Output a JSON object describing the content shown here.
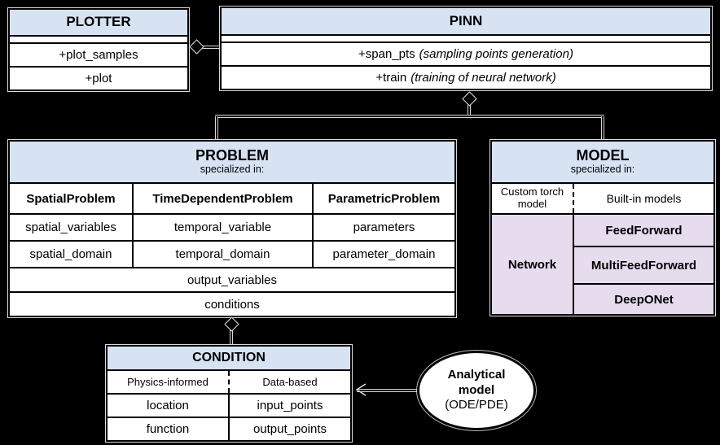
{
  "colors": {
    "background": "#000000",
    "header_blue": "#d7e3f3",
    "lavender": "#e6dcee",
    "cell_white": "#ffffff",
    "border_black": "#000000",
    "connector_casing": "#d9d9d9"
  },
  "plotter": {
    "title": "PLOTTER",
    "methods": [
      "+plot_samples",
      "+plot"
    ]
  },
  "pinn": {
    "title": "PINN",
    "methods": [
      {
        "name": "+span_pts",
        "note": "(sampling points generation)"
      },
      {
        "name": "+train",
        "note": "(training of neural network)"
      }
    ]
  },
  "problem": {
    "title": "PROBLEM",
    "subtitle": "specialized in:",
    "columns": [
      {
        "header": "SpatialProblem",
        "rows": [
          "spatial_variables",
          "spatial_domain"
        ]
      },
      {
        "header": "TimeDependentProblem",
        "rows": [
          "temporal_variable",
          "temporal_domain"
        ]
      },
      {
        "header": "ParametricProblem",
        "rows": [
          "parameters",
          "parameter_domain"
        ]
      }
    ],
    "shared_rows": [
      "output_variables",
      "conditions"
    ]
  },
  "model": {
    "title": "MODEL",
    "subtitle": "specialized in:",
    "left_header": "Custom torch model",
    "right_header": "Built-in models",
    "left_cell": "Network",
    "right_cells": [
      "FeedForward",
      "MultiFeedForward",
      "DeepONet"
    ]
  },
  "condition": {
    "title": "CONDITION",
    "left_header": "Physics-informed",
    "right_header": "Data-based",
    "left_rows": [
      "location",
      "function"
    ],
    "right_rows": [
      "input_points",
      "output_points"
    ]
  },
  "analytical": {
    "line1": "Analytical",
    "line2": "model",
    "line3": "(ODE/PDE)"
  }
}
